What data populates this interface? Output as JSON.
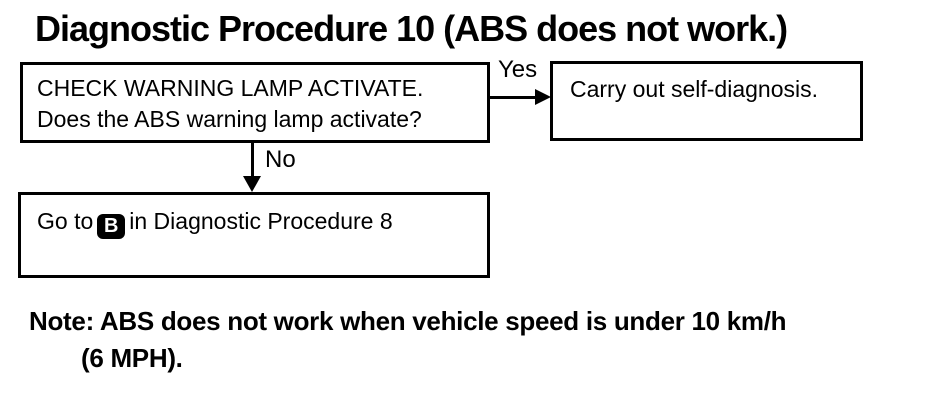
{
  "title": "Diagnostic Procedure 10 (ABS does not work.)",
  "flowchart": {
    "check_box": {
      "line1": "CHECK WARNING LAMP ACTIVATE.",
      "line2": "Does the ABS warning lamp activate?"
    },
    "yes_label": "Yes",
    "no_label": "No",
    "yes_box": {
      "text": "Carry out self-diagnosis."
    },
    "no_box": {
      "prefix": "Go to",
      "badge": "B",
      "suffix": "in Diagnostic Procedure 8"
    }
  },
  "note": {
    "label": "Note:",
    "line1": "ABS does not work when vehicle speed is under 10 km/h",
    "line2": "(6 MPH)."
  },
  "colors": {
    "ink": "#000000",
    "paper": "#ffffff"
  }
}
